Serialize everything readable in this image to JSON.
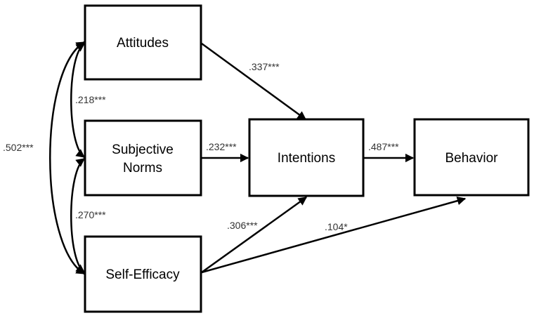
{
  "nodes": {
    "attitudes": "Attitudes",
    "subjective_norms_line1": "Subjective",
    "subjective_norms_line2": "Norms",
    "self_efficacy": "Self-Efficacy",
    "intentions": "Intentions",
    "behavior": "Behavior"
  },
  "coefficients": {
    "attitudes_to_intentions": ".337***",
    "norms_to_intentions": ".232***",
    "efficacy_to_intentions": ".306***",
    "intentions_to_behavior": ".487***",
    "efficacy_to_behavior": ".104*",
    "attitudes_norms_corr": ".218***",
    "norms_efficacy_corr": ".270***",
    "attitudes_efficacy_corr": ".502***"
  },
  "colors": {
    "stroke": "#000000",
    "coefficient_text": "#333333",
    "background": "#ffffff"
  }
}
